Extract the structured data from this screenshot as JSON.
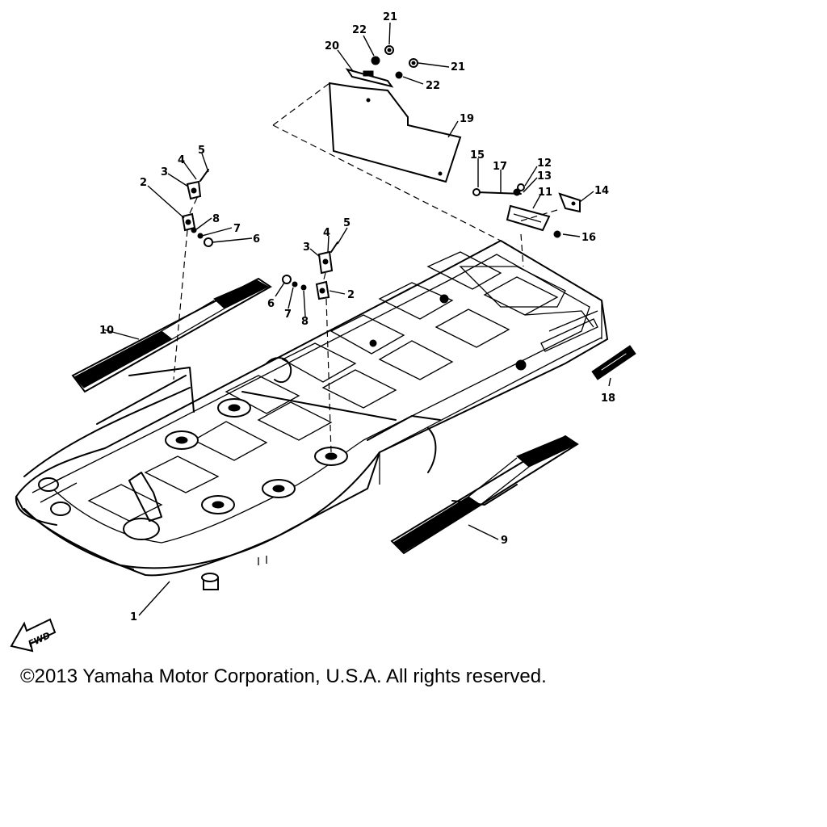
{
  "copyright": "©2013 Yamaha Motor Corporation, U.S.A. All rights reserved.",
  "fwd_label": "FWD",
  "callouts": [
    "1",
    "2",
    "3",
    "4",
    "5",
    "6",
    "7",
    "8",
    "9",
    "10",
    "11",
    "12",
    "13",
    "14",
    "15",
    "16",
    "17",
    "18",
    "19",
    "20",
    "21",
    "22"
  ]
}
